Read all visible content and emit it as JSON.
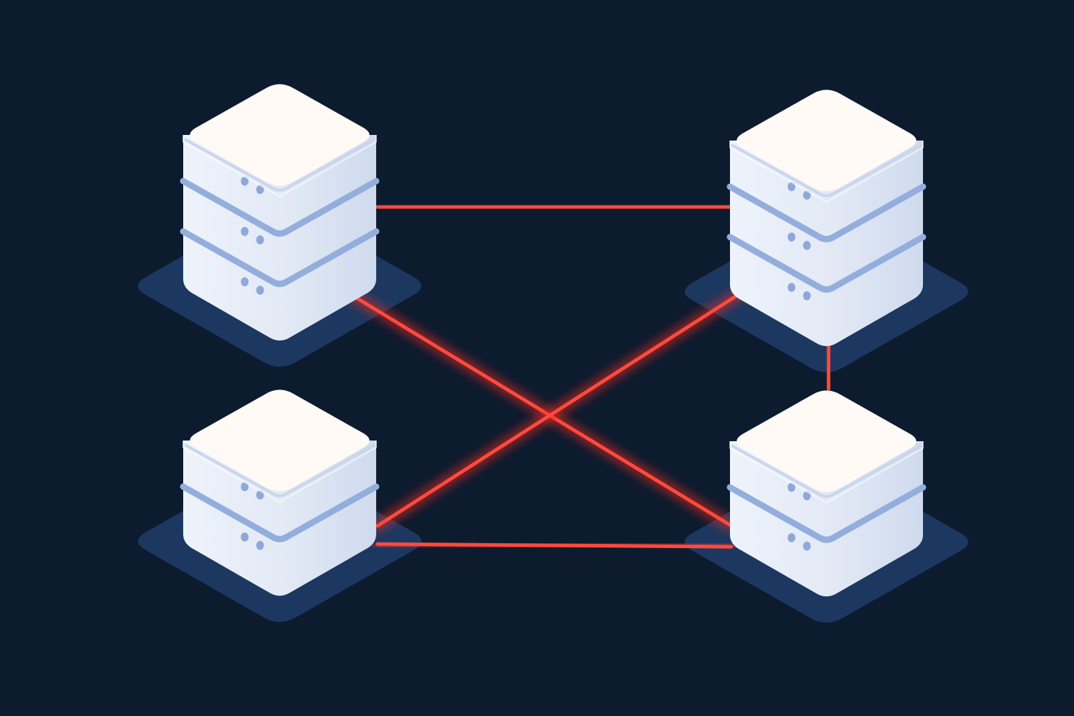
{
  "colors": {
    "background": "#0d1b2f",
    "link": "#ff4a3d",
    "link_glow": "#ff2a1f",
    "server_top": "#fffaf5",
    "server_side": "#dde6f4",
    "server_seam": "#93aedc",
    "server_indicator": "#8fa8d8",
    "platform": "#1e3a63"
  },
  "servers": [
    {
      "id": "top-left",
      "units": 3
    },
    {
      "id": "top-right",
      "units": 3
    },
    {
      "id": "bottom-left",
      "units": 2
    },
    {
      "id": "bottom-right",
      "units": 2
    }
  ],
  "links": [
    {
      "from": "top-left",
      "to": "top-right"
    },
    {
      "from": "top-left",
      "to": "bottom-right"
    },
    {
      "from": "top-right",
      "to": "bottom-left"
    },
    {
      "from": "bottom-left",
      "to": "bottom-right"
    },
    {
      "from": "top-right",
      "to": "bottom-right"
    }
  ]
}
